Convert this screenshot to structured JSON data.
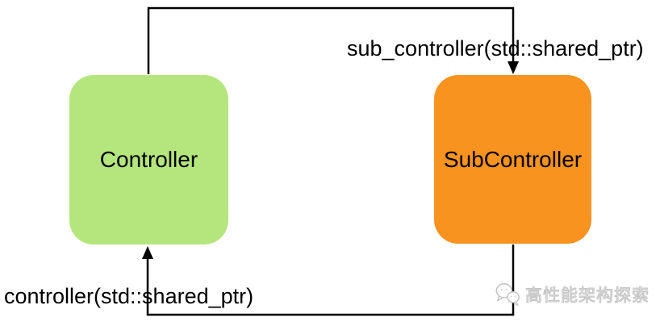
{
  "diagram": {
    "background_color": "#ffffff",
    "line_color": "#000000",
    "nodes": [
      {
        "id": "controller",
        "label": "Controller",
        "fill": "#b5e67d",
        "text_color": "#000000"
      },
      {
        "id": "subcontroller",
        "label": "SubController",
        "fill": "#f7931e",
        "text_color": "#000000"
      }
    ],
    "edges": [
      {
        "id": "top",
        "from": "controller",
        "to": "subcontroller",
        "label": "sub_controller(std::shared_ptr)"
      },
      {
        "id": "bottom",
        "from": "subcontroller",
        "to": "controller",
        "label": "controller(std::shared_ptr)"
      }
    ]
  },
  "watermark": {
    "icon": "wechat-chat-bubbles-icon",
    "text": "高性能架构探索",
    "color": "#c3c3c3"
  }
}
